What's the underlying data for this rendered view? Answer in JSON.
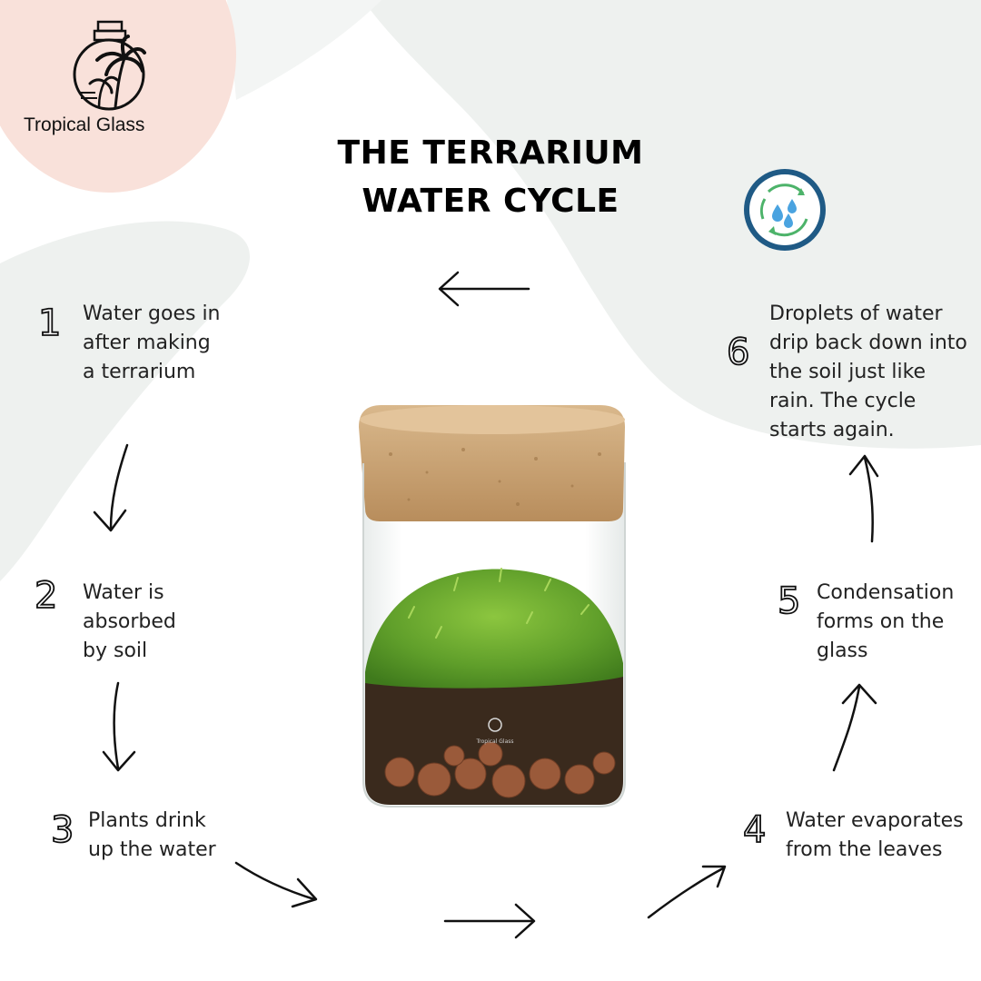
{
  "brand": {
    "name": "Tropical Glass",
    "jar_label": "Tropical Glass",
    "blob_pink": "#f9e1da",
    "blob_grey": "#eef1ef"
  },
  "title": {
    "line1": "THE TERRARIUM",
    "line2": "WATER CYCLE"
  },
  "cycle_icon": "water-cycle-icon",
  "steps": [
    {
      "number": "1",
      "lines": [
        "Water goes in",
        "after making",
        "a terrarium"
      ]
    },
    {
      "number": "2",
      "lines": [
        "Water is",
        "absorbed",
        "by soil"
      ]
    },
    {
      "number": "3",
      "lines": [
        "Plants drink",
        "up the water"
      ]
    },
    {
      "number": "4",
      "lines": [
        "Water evaporates",
        "from the leaves"
      ]
    },
    {
      "number": "5",
      "lines": [
        "Condensation",
        "forms on the",
        "glass"
      ]
    },
    {
      "number": "6",
      "lines": [
        "Droplets of water",
        "drip back down into",
        "the soil just like",
        "rain. The cycle",
        "starts again."
      ]
    }
  ]
}
